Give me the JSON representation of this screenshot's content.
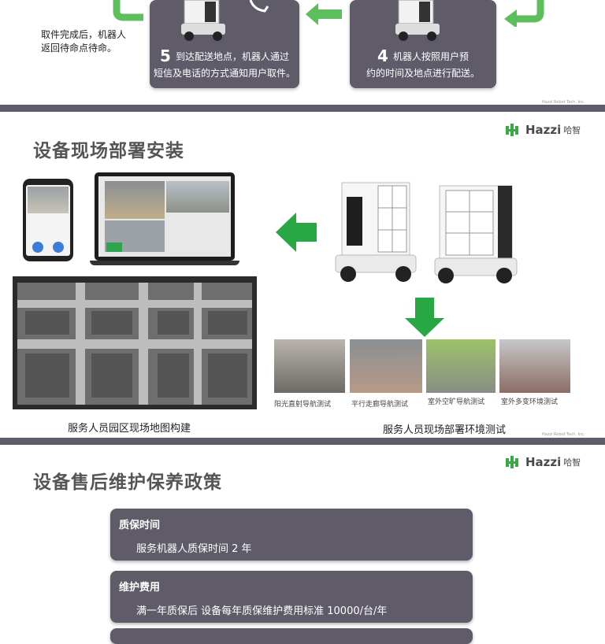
{
  "section1": {
    "return_note": "取件完成后，机器人\n返回待命点待命。",
    "step5": {
      "num": "5",
      "text_line1": "到达配送地点，机器人通过",
      "text_line2": "短信及电话的方式通知用户取件。"
    },
    "step4": {
      "num": "4",
      "text_line1": "机器人按照用户预",
      "text_line2": "约的时间及地点进行配送。"
    },
    "copyright": "Hazzi Robot Tech, Inc."
  },
  "section2": {
    "heading": "设备现场部署安装",
    "logo": {
      "brand": "Hazzi",
      "brand_cn": "哈智"
    },
    "thumbs": [
      "阳光直射导航测试",
      "平行走廊导航测试",
      "室外空旷导航测试",
      "室外多变环境测试"
    ],
    "caption_left": "服务人员园区现场地图构建",
    "caption_right": "服务人员现场部署环境测试",
    "copyright": "Hazzi Robot Tech, Inc."
  },
  "section3": {
    "heading": "设备售后维护保养政策",
    "logo": {
      "brand": "Hazzi",
      "brand_cn": "哈智"
    },
    "policies": [
      {
        "title": "质保时间",
        "body": "服务机器人质保时间 2 年"
      },
      {
        "title": "维护费用",
        "body": "满一年质保后 设备每年质保维护费用标准  10000/台/年"
      }
    ]
  },
  "colors": {
    "card": "#5f5b68",
    "arrow_green": "#28a745",
    "divider": "#5f5b68"
  }
}
